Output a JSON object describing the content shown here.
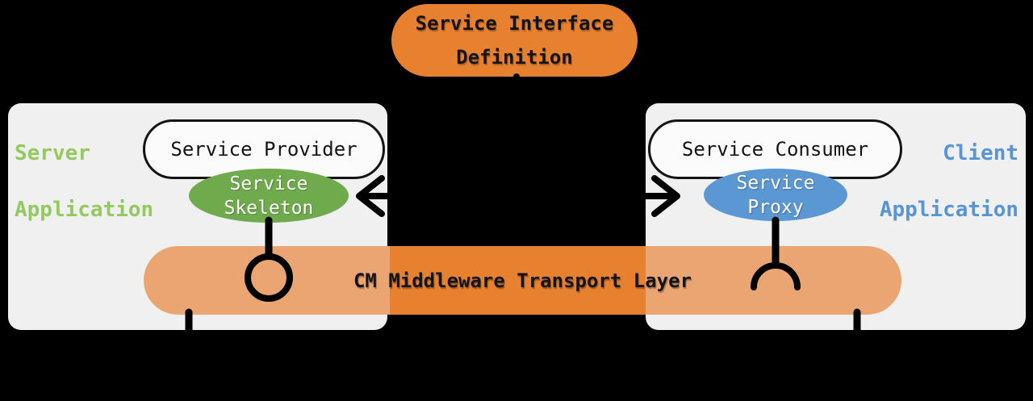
{
  "diagram": {
    "interface_node": {
      "line1": "Service Interface",
      "line2": "Definition"
    },
    "server": {
      "word1": "Server",
      "word2": "Application",
      "provider_label": "Service Provider",
      "skeleton_line1": "Service",
      "skeleton_line2": "Skeleton"
    },
    "client": {
      "word1": "Client",
      "word2": "Application",
      "consumer_label": "Service Consumer",
      "proxy_line1": "Service",
      "proxy_line2": "Proxy"
    },
    "transport": {
      "label": "CM Middleware Transport Layer"
    },
    "colors": {
      "orange_solid": "#E8812F",
      "orange_tint": "#EBA572",
      "green_ellipse": "#6FAB4D",
      "green_label": "#93C95F",
      "blue_ellipse": "#5B97D3",
      "blue_label": "#5795D6",
      "box_gray": "#F0F0F0",
      "pill_white": "#FBFBFB",
      "connector_black": "#000000",
      "background": "#000000"
    }
  }
}
